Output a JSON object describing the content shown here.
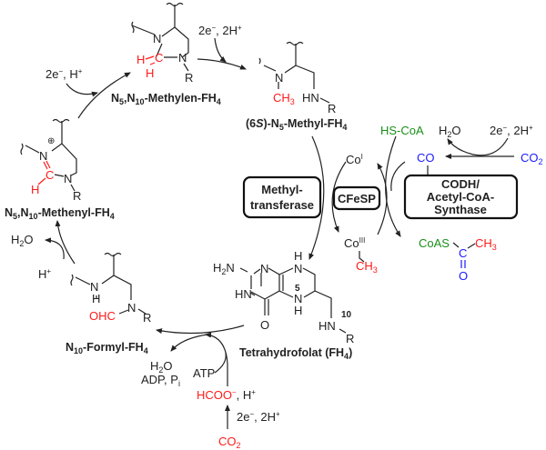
{
  "compounds": {
    "methylene": {
      "label_pre": "N",
      "s1": "5",
      "mid": ",N",
      "s2": "10",
      "post": "-Methylen-FH",
      "s3": "4"
    },
    "methyl": {
      "label_pre": "(6",
      "italic": "S",
      "mid": ")-N",
      "s1": "5",
      "post": "-Methyl-FH",
      "s2": "4"
    },
    "methenyl": {
      "label_pre": "N",
      "s1": "5",
      "mid": ",N",
      "s2": "10",
      "post": "-Methenyl-FH",
      "s3": "4"
    },
    "formyl": {
      "label_pre": "N",
      "s1": "10",
      "post": "-Formyl-FH",
      "s2": "4"
    },
    "thf": {
      "label_pre": "Tetrahydrofolat (FH",
      "s1": "4",
      "post": ")"
    }
  },
  "atoms": {
    "N": "N",
    "H": "H",
    "C": "C",
    "R": "R",
    "CH": "CH",
    "three": "3",
    "HN": "HN",
    "H2N_a": "H",
    "H2N_b": "2",
    "H2N_c": "N",
    "O": "O",
    "OHC": "OHC",
    "plus": "⊕",
    "n5": "5",
    "n10": "10"
  },
  "reagents": {
    "e2_h1": {
      "a": "2e",
      "b": "−",
      "c": ", H",
      "d": "+"
    },
    "e2_h2_top": {
      "a": "2e",
      "b": "−",
      "c": ", 2H",
      "d": "+"
    },
    "e2_h2_right": {
      "a": "2e",
      "b": "−",
      "c": ", 2H",
      "d": "+"
    },
    "e2_h2_bottom": {
      "a": "2e",
      "b": "−",
      "c": ", 2H",
      "d": "+"
    },
    "h2o_left": {
      "a": "H",
      "b": "2",
      "c": "O"
    },
    "h_plus_left": {
      "a": "H",
      "b": "+"
    },
    "h2o_bottom": {
      "a": "H",
      "b": "2",
      "c": "O"
    },
    "adp_pi": {
      "a": "ADP, P",
      "b": "i"
    },
    "atp": "ATP",
    "formate": {
      "a": "HCOO",
      "b": "−",
      "c": ", H",
      "d": "+"
    },
    "co2_bottom": {
      "a": "CO",
      "b": "2"
    },
    "hs_coa": "HS-CoA",
    "h2o_right": {
      "a": "H",
      "b": "2",
      "c": "O"
    },
    "co": "CO",
    "co2_right": {
      "a": "CO",
      "b": "2"
    },
    "co_i": {
      "a": "Co",
      "b": "I"
    },
    "co_iii": {
      "a": "Co",
      "b": "III"
    },
    "co_ch3": {
      "a": "CH",
      "b": "3"
    },
    "acetyl": {
      "coas": "CoAS",
      "c": "C",
      "ch3a": "CH",
      "ch3b": "3",
      "o": "O"
    }
  },
  "enzymes": {
    "methyltransferase": [
      "Methyl-",
      "transferase"
    ],
    "cfesp": "CFeSP",
    "codh": [
      "CODH/",
      "Acetyl-CoA-",
      "Synthase"
    ]
  },
  "colors": {
    "red": "#ff1a1a",
    "green": "#1a8f1a",
    "blue": "#1a1aff"
  }
}
